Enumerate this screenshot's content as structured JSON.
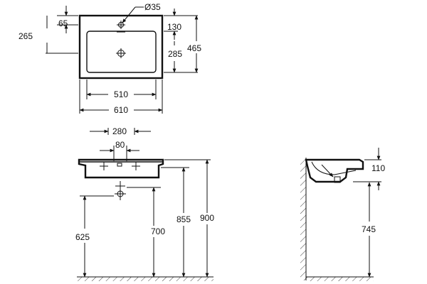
{
  "top_view": {
    "hole_diameter": "Ø35",
    "dim_65": "65",
    "dim_265": "265",
    "dim_130": "130",
    "dim_285": "285",
    "dim_465": "465",
    "dim_510": "510",
    "dim_610": "610"
  },
  "front_view": {
    "dim_280": "280",
    "dim_80": "80",
    "dim_625": "625",
    "dim_700": "700",
    "dim_855": "855",
    "dim_900": "900"
  },
  "side_view": {
    "dim_110": "110",
    "dim_745": "745"
  }
}
